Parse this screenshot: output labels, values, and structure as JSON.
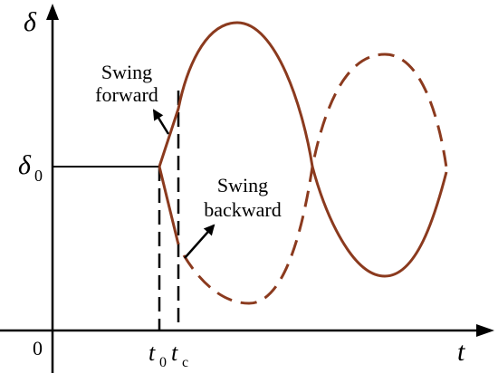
{
  "colors": {
    "axis": "#000000",
    "curve": "#8B3A1E",
    "dashed_guides": "#000000",
    "background": "#ffffff"
  },
  "axes": {
    "y_symbol": "δ",
    "x_symbol": "t",
    "origin_label": "0"
  },
  "labels": {
    "delta0_main": "δ",
    "delta0_sub": "0",
    "t0_main": "t",
    "t0_sub": "0",
    "tc_main": "t",
    "tc_sub": "c"
  },
  "annotations": {
    "forward_line1": "Swing",
    "forward_line2": "forward",
    "backward_line1": "Swing",
    "backward_line2": "backward"
  },
  "curves": {
    "forward": {
      "style": "solid",
      "description_visible": false
    },
    "backward": {
      "style": "solid-then-dashed"
    }
  }
}
